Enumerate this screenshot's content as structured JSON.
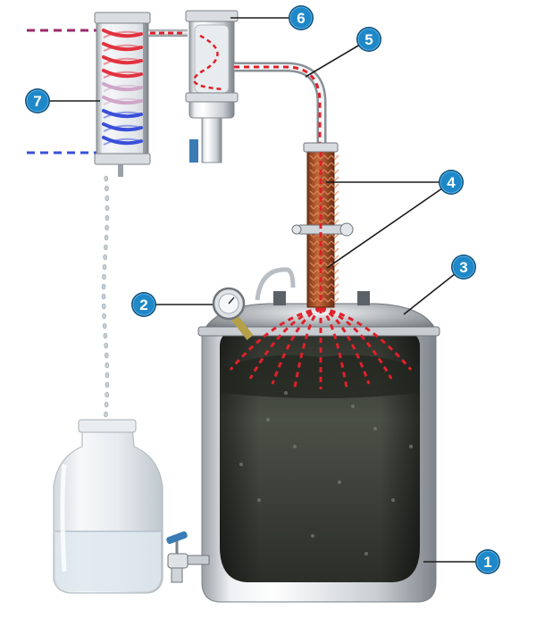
{
  "callouts": [
    {
      "number": "1",
      "component": "boiler-tank"
    },
    {
      "number": "2",
      "component": "thermometer"
    },
    {
      "number": "3",
      "component": "lid"
    },
    {
      "number": "4",
      "component": "packed-column"
    },
    {
      "number": "5",
      "component": "vapor-pipe"
    },
    {
      "number": "6",
      "component": "dephlegmator"
    },
    {
      "number": "7",
      "component": "coil-condenser"
    }
  ],
  "colors": {
    "badge_fill": "#1e88c8",
    "badge_ring": "#0d4f7a",
    "heat_trace": "#e0202a",
    "cold_inlet": "#3a4fd8",
    "hot_outlet": "#9a2a6a",
    "steel_light": "#f2f4f6",
    "steel_dark": "#8a9096",
    "liquid_dark": "#3c4038",
    "column_packing": "#b2552c"
  },
  "icons": [
    "thermometer-icon",
    "valve-icon",
    "clamp-icon"
  ]
}
